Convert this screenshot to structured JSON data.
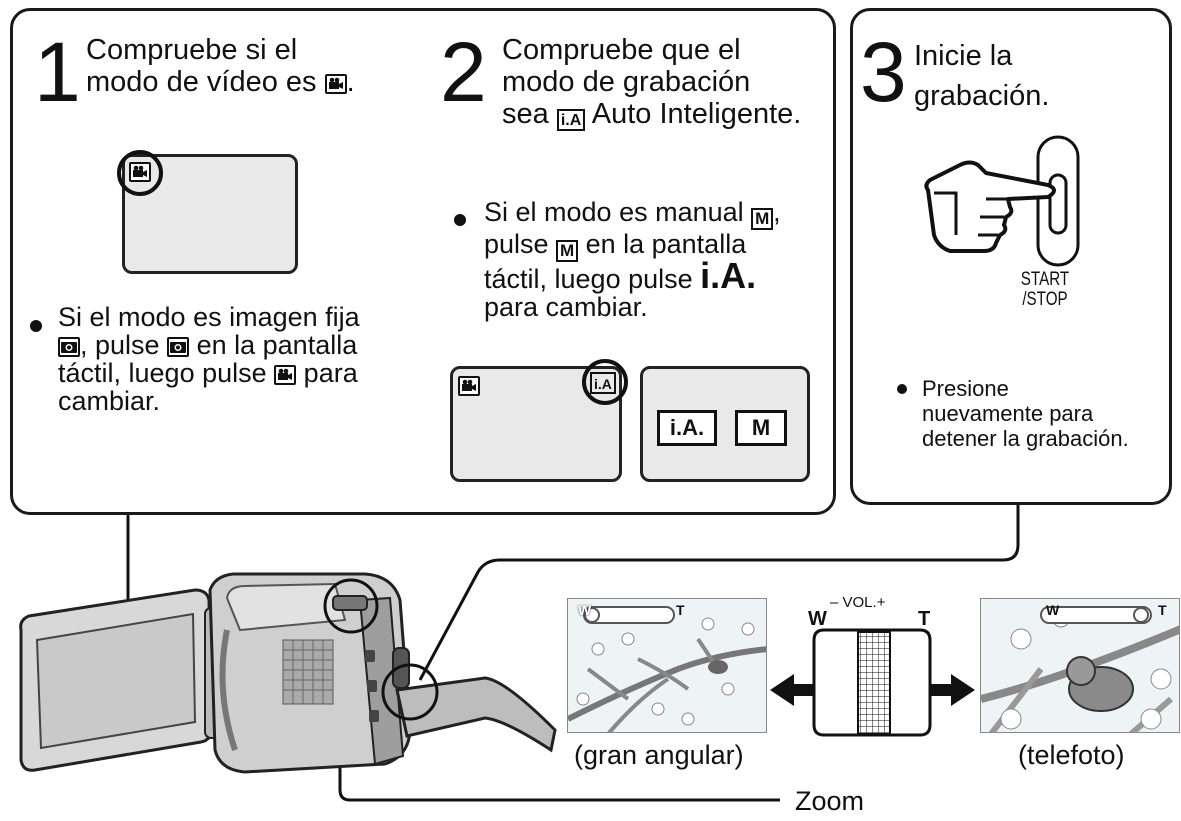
{
  "step1": {
    "number": "1",
    "heading_line1": "Compruebe si el",
    "heading_line2": "modo de vídeo es",
    "heading_suffix": ".",
    "bullet_line1": "Si el modo es imagen fija",
    "bullet_line2": ", pulse",
    "bullet_line2b": "en la pantalla",
    "bullet_line3": "táctil, luego pulse",
    "bullet_line3b": "para",
    "bullet_line4": "cambiar."
  },
  "step2": {
    "number": "2",
    "heading_line1": "Compruebe que el",
    "heading_line2": "modo de grabación",
    "heading_line3a": "sea",
    "heading_line3b": "Auto Inteligente.",
    "ia_icon_label": "i.A",
    "m_icon_label": "M",
    "bullet_line1": "Si el modo es manual",
    "bullet_line1_suffix": ",",
    "bullet_line2a": "pulse",
    "bullet_line2b": "en la pantalla",
    "bullet_line3": "táctil, luego pulse",
    "bullet_line3_big": "i.A.",
    "bullet_line4": "para cambiar.",
    "button_ia": "i.A.",
    "button_m": "M"
  },
  "step3": {
    "number": "3",
    "heading_line1": "Inicie la",
    "heading_line2": "grabación.",
    "start_label_1": "START",
    "start_label_2": "/STOP",
    "note_line1": "Presione",
    "note_line2": "nuevamente para",
    "note_line3": "detener la grabación."
  },
  "zoom": {
    "lever_w": "W",
    "lever_t": "T",
    "lever_vol": "– VOL.+",
    "bar_w": "W",
    "bar_t": "T",
    "caption_wide": "(gran angular)",
    "caption_tele": "(telefoto)",
    "label": "Zoom"
  },
  "icons": {
    "video_mode": "video-camera-icon",
    "still_mode": "camera-icon",
    "hand": "pointing-hand-icon"
  }
}
